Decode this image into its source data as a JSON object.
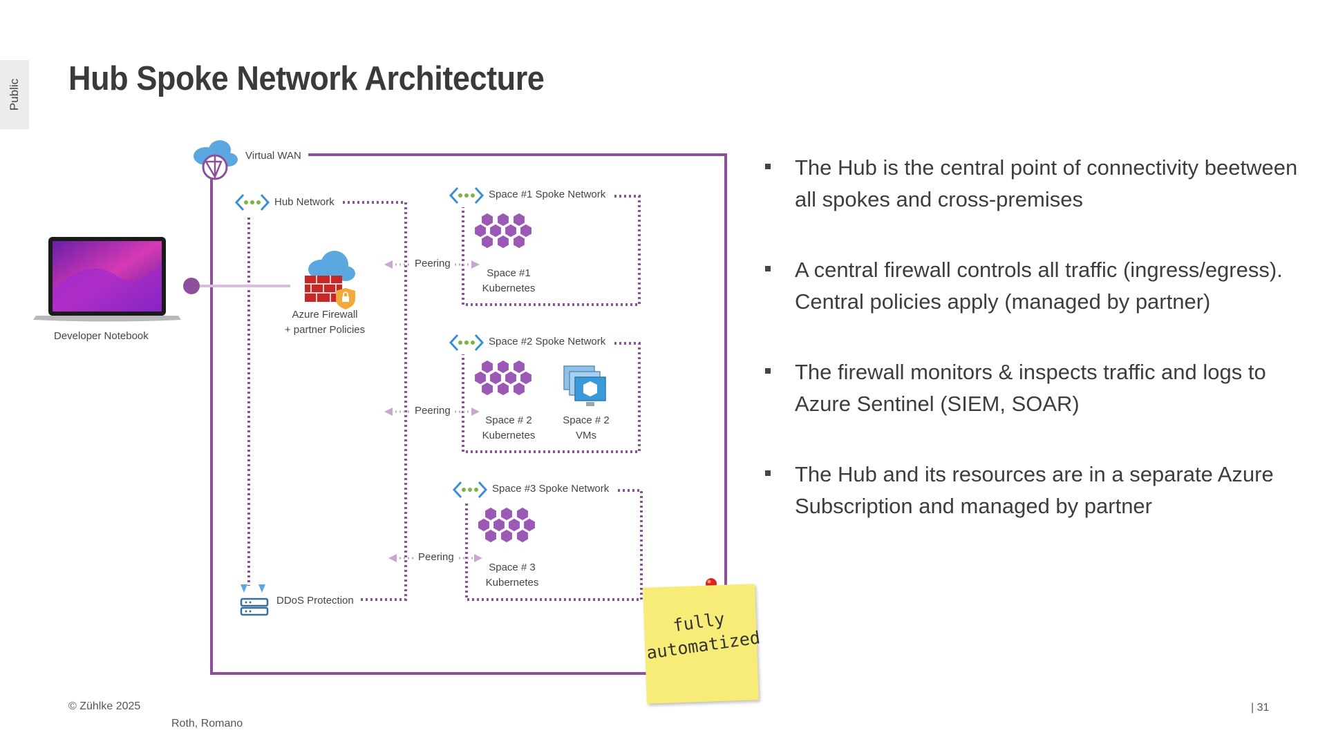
{
  "side_tab": "Public",
  "title": "Hub Spoke Network Architecture",
  "diagram": {
    "virtual_wan": "Virtual WAN",
    "hub_network": "Hub Network",
    "firewall_line1": "Azure Firewall",
    "firewall_line2": "+ partner Policies",
    "ddos": "DDoS Protection",
    "developer_notebook": "Developer Notebook",
    "peering": "Peering",
    "spoke1": {
      "title": "Space #1 Spoke Network",
      "k8s_line1": "Space #1",
      "k8s_line2": "Kubernetes"
    },
    "spoke2": {
      "title": "Space #2 Spoke Network",
      "k8s_line1": "Space # 2",
      "k8s_line2": "Kubernetes",
      "vm_line1": "Space # 2",
      "vm_line2": "VMs"
    },
    "spoke3": {
      "title": "Space #3 Spoke Network",
      "k8s_line1": "Space # 3",
      "k8s_line2": "Kubernetes"
    },
    "sticky_note": "fully automatized",
    "colors": {
      "frame": "#8e4f9a",
      "dots": "#8e4f9a",
      "peering": "#c9a6cf",
      "blue": "#3a8fd1",
      "green": "#7cb342"
    }
  },
  "bullets": [
    "The Hub is the central point of connectivity beetween all spokes and cross-premises",
    "A central firewall controls all traffic (ingress/egress). Central policies apply (managed by partner)",
    "The firewall monitors & inspects traffic and logs to Azure Sentinel (SIEM, SOAR)",
    "The Hub and its resources are in a separate Azure Subscription and managed by partner"
  ],
  "footer": {
    "copyright": "© Zühlke  2025",
    "author": "Roth, Romano",
    "page": "| 31"
  }
}
